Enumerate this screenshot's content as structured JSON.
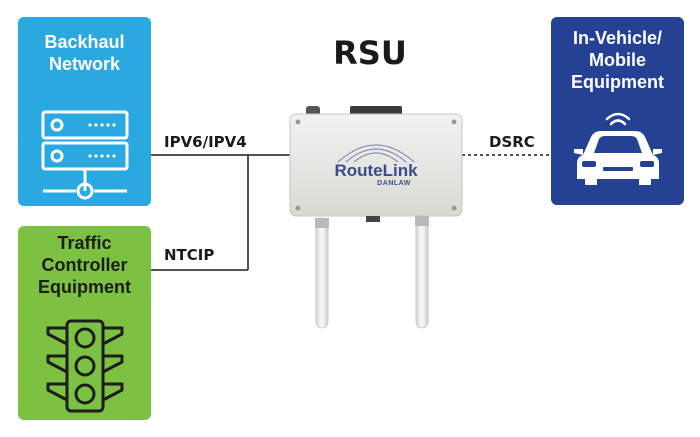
{
  "diagram": {
    "title": "RSU",
    "nodes": {
      "backhaul": {
        "label_line1": "Backhaul",
        "label_line2": "Network",
        "icon": "server-icon",
        "color": "#2aa8e0"
      },
      "traffic": {
        "label_line1": "Traffic",
        "label_line2": "Controller",
        "label_line3": "Equipment",
        "icon": "traffic-light-icon",
        "color": "#7cc142"
      },
      "vehicle": {
        "label_line1": "In-Vehicle/",
        "label_line2": "Mobile",
        "label_line3": "Equipment",
        "icon": "car-icon",
        "color": "#244193"
      }
    },
    "links": {
      "backhaul": "IPV6/IPV4",
      "traffic": "NTCIP",
      "vehicle": "DSRC"
    },
    "device": {
      "brand_route": "Route",
      "brand_link": "Link",
      "manufacturer": "DANLAW",
      "icon": "rsu-device-icon"
    }
  }
}
